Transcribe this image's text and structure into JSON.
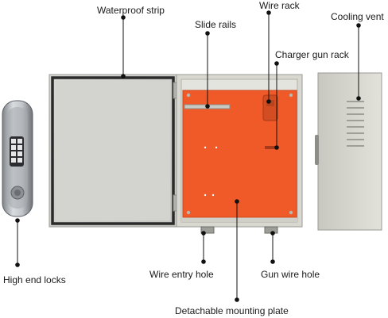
{
  "labels": {
    "waterproof_strip": "Waterproof strip",
    "slide_rails": "Slide rails",
    "wire_rack": "Wire rack",
    "cooling_vent": "Cooling vent",
    "charger_gun_rack": "Charger gun rack",
    "high_end_locks": "High end locks",
    "wire_entry_hole": "Wire entry hole",
    "gun_wire_hole": "Gun wire hole",
    "detachable_mounting_plate": "Detachable mounting plate"
  },
  "colors": {
    "mounting_plate": "#f05a28",
    "cabinet_body": "#d6d6cf",
    "door_panel": "#cfd0cb",
    "seal_strip": "#2b2b2b",
    "side_panel": "#dcdcd4",
    "callout_line": "#111111",
    "lock_body": "#b9bcc0"
  }
}
